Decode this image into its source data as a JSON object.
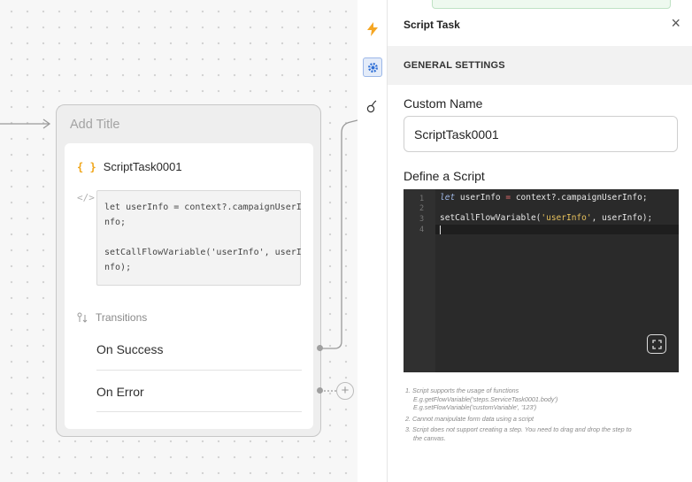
{
  "node": {
    "title_placeholder": "Add Title",
    "task_name": "ScriptTask0001",
    "code_icon": "</>",
    "brace_icon": "{ }",
    "code_preview": "let userInfo = context?.campaignUserI\nnfo;\n\nsetCallFlowVariable('userInfo', userI\nnfo);",
    "transitions_label": "Transitions",
    "on_success": "On Success",
    "on_error": "On Error",
    "add_label": "+"
  },
  "toolbar": {
    "icons": [
      "lightning-icon",
      "gear-icon",
      "link-icon"
    ],
    "accent": "#f5a623"
  },
  "panel": {
    "title": "Script Task",
    "close": "×",
    "section": "GENERAL SETTINGS",
    "custom_name_label": "Custom Name",
    "custom_name_value": "ScriptTask0001",
    "script_label": "Define a Script",
    "editor": {
      "line_numbers": [
        "1",
        "2",
        "3",
        "4"
      ],
      "line1_kw": "let",
      "line1_a": " userInfo ",
      "line1_op": "=",
      "line1_b": " context?.campaignUserInfo;",
      "line3_a": "setCallFlowVariable(",
      "line3_str": "'userInfo'",
      "line3_b": ", userInfo);"
    },
    "notes": {
      "n1": "1. Script supports the usage of functions",
      "n1a": "E.g.getFlowVariable('steps.ServiceTask0001.body')",
      "n1b": "E.g.setFlowVariable('customVariable', '123')",
      "n2": "2. Cannot manipulate form data using a script",
      "n3": "3. Script does not support creating a step. You need to drag and drop the step to",
      "n3b": "the canvas."
    }
  }
}
